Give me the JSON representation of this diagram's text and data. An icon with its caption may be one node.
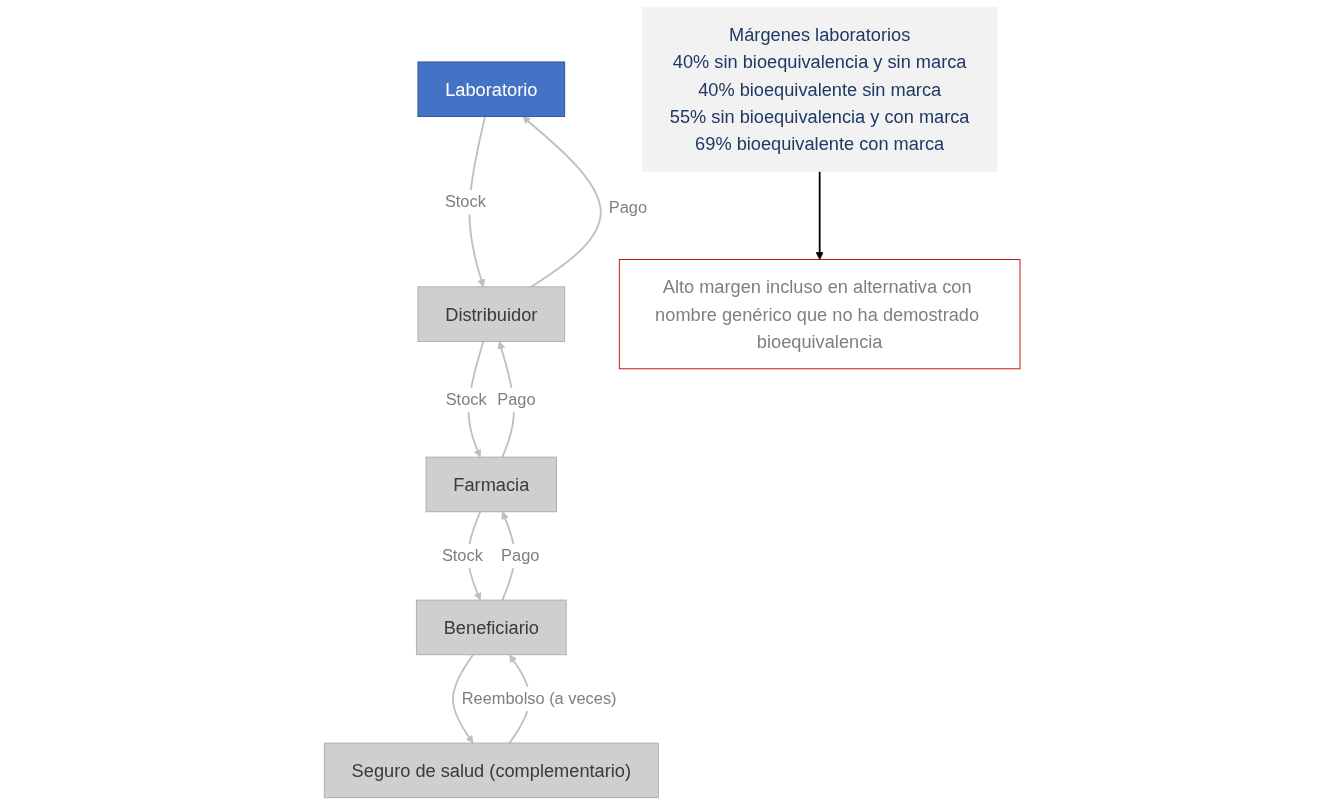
{
  "diagram": {
    "nodes": [
      {
        "text": [
          "Laboratorio"
        ]
      },
      {
        "text": [
          "Distribuidor"
        ]
      },
      {
        "text": [
          "Farmacia"
        ]
      },
      {
        "text": [
          "Seguro de salud (complementario)"
        ]
      },
      {
        "text": [
          "Beneficiario"
        ]
      },
      {
        "text": [
          "Márgenes laboratorios",
          "40% sin bioequivalencia y sin marca",
          "40% bioequivalente sin marca",
          "55% sin bioequivalencia y con marca",
          "69% bioequivalente con marca"
        ]
      },
      {
        "text": [
          "Alto margen incluso en alternativa con nombre genérico que no ha demostrado bioequivalencia"
        ]
      }
    ],
    "edges": [
      {
        "from": 1,
        "to": 0,
        "arrow": "to",
        "label": "Pago"
      },
      {
        "from": 0,
        "to": 1,
        "arrow": "to",
        "label": "Stock"
      },
      {
        "from": 1,
        "to": 2,
        "arrow": "to",
        "label": "Stock"
      },
      {
        "from": 2,
        "to": 1,
        "arrow": "to",
        "label": "Pago"
      },
      {
        "from": 2,
        "to": 4,
        "arrow": "to",
        "label": "Stock"
      },
      {
        "from": 4,
        "to": 2,
        "arrow": "to",
        "label": "Pago"
      },
      {
        "from": 3,
        "to": 4,
        "arrow": "to",
        "label": "Reembolso (a veces)"
      },
      {
        "from": 4,
        "to": 3,
        "arrow": "to"
      },
      {
        "from": 5,
        "to": 6,
        "arrow": "to",
        "color": "#000000"
      }
    ]
  }
}
